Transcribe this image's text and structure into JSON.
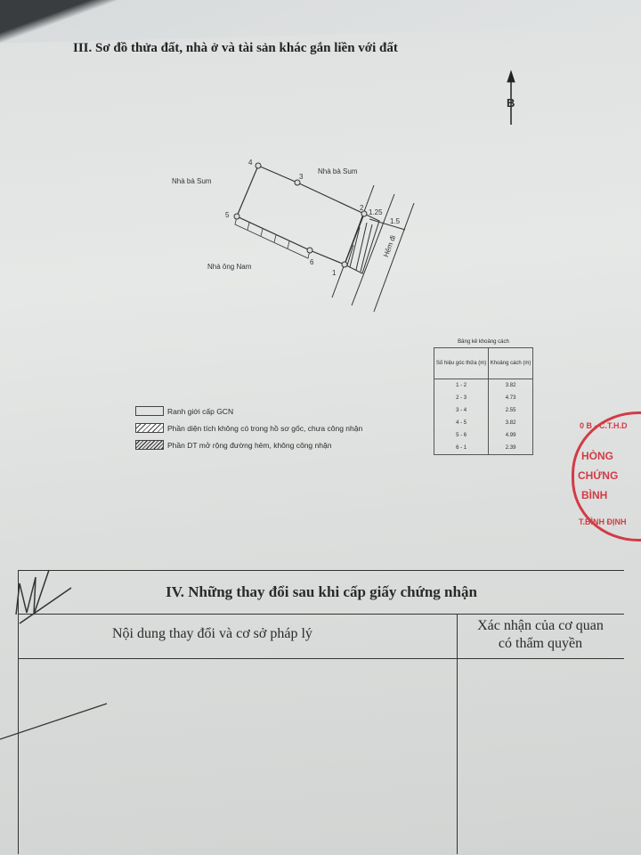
{
  "section3": {
    "title": "III. Sơ đồ thửa đất, nhà ở và tài sản khác gắn liền với đất",
    "north_label": "B",
    "neighbors": {
      "top_left": "Nhà bà Sum",
      "top_right": "Nhà bà Sum",
      "bottom": "Nhà ông Nam"
    },
    "road_label": "Hẻm đi",
    "dim_1": "1.25",
    "dim_2": "1.5",
    "points": [
      "1",
      "2",
      "3",
      "4",
      "5",
      "6"
    ]
  },
  "distance_table": {
    "caption": "Bảng kê khoảng cách",
    "col1": "Số hiệu góc thửa (m)",
    "col2": "Khoảng cách (m)",
    "rows": [
      {
        "edge": "1 - 2",
        "length": "3.82"
      },
      {
        "edge": "2 - 3",
        "length": "4.73"
      },
      {
        "edge": "3 - 4",
        "length": "2.55"
      },
      {
        "edge": "4 - 5",
        "length": "3.82"
      },
      {
        "edge": "5 - 6",
        "length": "4.99"
      },
      {
        "edge": "6 - 1",
        "length": "2.39"
      }
    ]
  },
  "legend": [
    "Ranh giới cấp GCN",
    "Phần diện tích không có trong hồ sơ gốc, chưa công nhận",
    "Phần DT mở rộng đường hẻm, không công nhận"
  ],
  "stamp": {
    "text_top": "0 B - C.T.H.D",
    "line1": "HÒNG",
    "line2": "CHỨNG",
    "line3": "BÌNH",
    "text_bottom": "T.BÌNH ĐỊNH",
    "color": "#d23b46"
  },
  "section4": {
    "title": "IV. Những thay đổi sau khi cấp giấy chứng nhận",
    "col1": "Nội dung thay đổi và cơ sở pháp lý",
    "col2_line1": "Xác nhận của cơ quan",
    "col2_line2": "có thẩm quyền"
  }
}
